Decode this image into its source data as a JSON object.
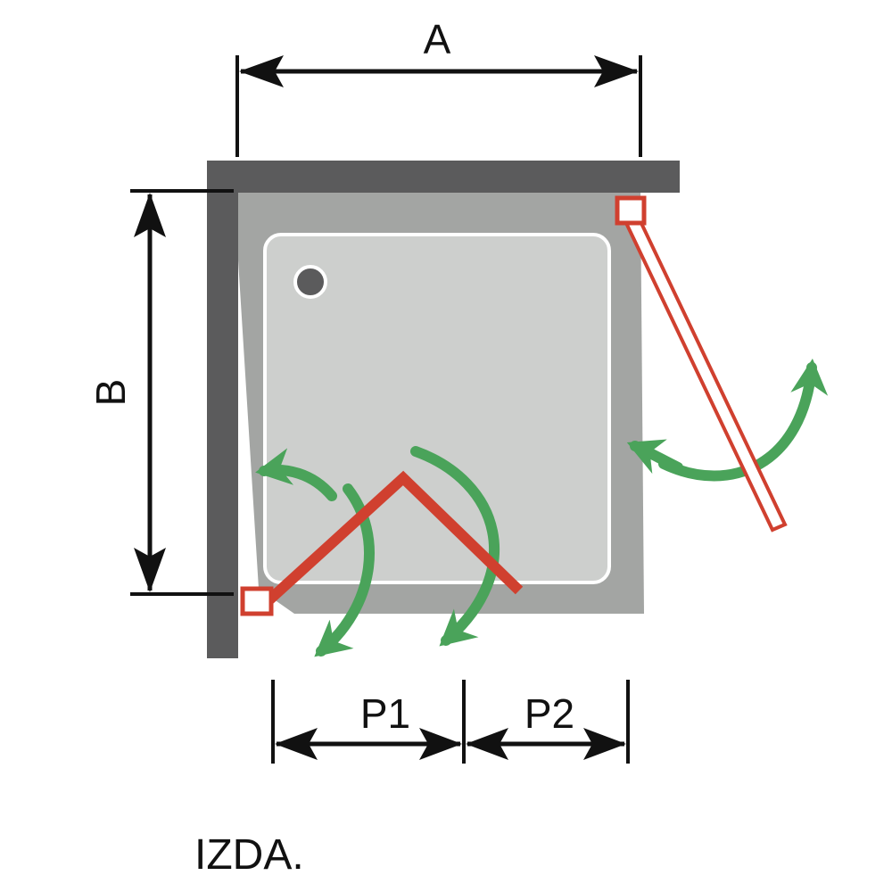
{
  "labels": {
    "width": "A",
    "depth": "B",
    "panel_1": "P1",
    "panel_2": "P2",
    "caption": "IZDA."
  },
  "colors": {
    "wall": "#5b5b5c",
    "tray_outer": "#a3a5a3",
    "tray_inner": "#cdcfcd",
    "door": "#d0402f",
    "swing_arrow": "#4aa35a",
    "dimension": "#111111",
    "drain": "#5b5b5c"
  }
}
